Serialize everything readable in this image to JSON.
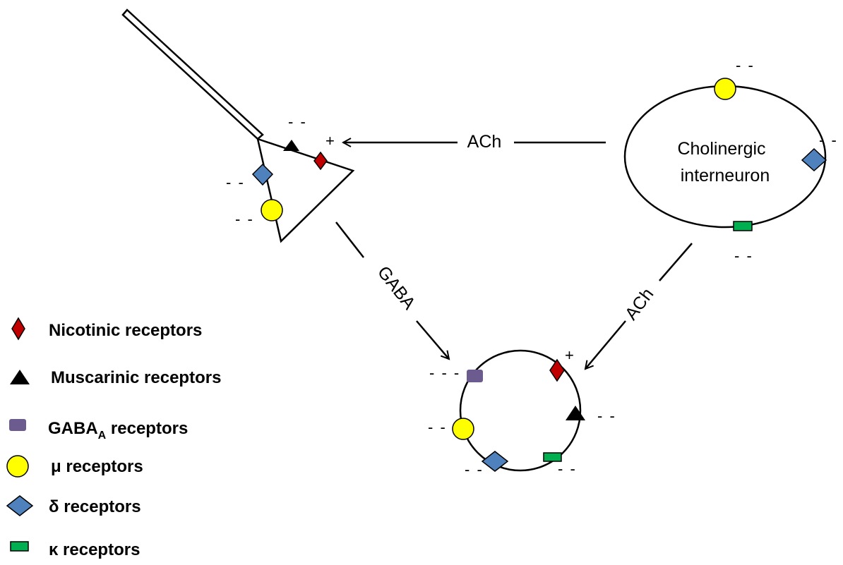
{
  "diagram": {
    "cell_label_line1": "Cholinergic",
    "cell_label_line2": "interneuron",
    "arrow_ach_top": "ACh",
    "arrow_ach_diag": "ACh",
    "arrow_gaba": "GABA",
    "sign_minus": "- -",
    "sign_minus_triple": "- - -",
    "sign_plus": "+"
  },
  "legend": {
    "nicotinic": "Nicotinic receptors",
    "muscarinic": "Muscarinic receptors",
    "gaba_prefix": "GABA",
    "gaba_sub": "A",
    "gaba_suffix": " receptors",
    "mu": "μ receptors",
    "delta": "δ receptors",
    "kappa": "κ receptors"
  },
  "colors": {
    "nicotinic": "#c00000",
    "muscarinic": "#000000",
    "gaba_a": "#6b5b8e",
    "mu": "#ffff00",
    "delta": "#4f81bd",
    "kappa": "#00b050"
  }
}
